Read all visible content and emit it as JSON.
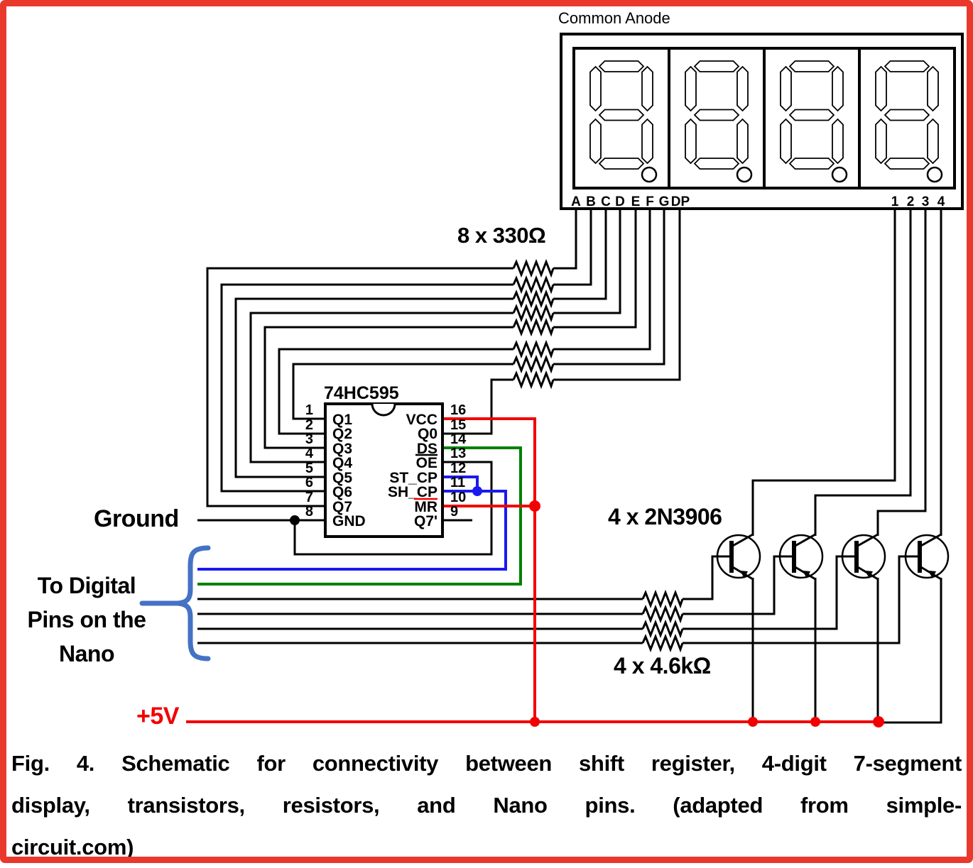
{
  "display": {
    "title": "Common Anode",
    "segment_pin_labels": [
      "A",
      "B",
      "C",
      "D",
      "E",
      "F",
      "G",
      "DP"
    ],
    "digit_pin_labels": [
      "1",
      "2",
      "3",
      "4"
    ]
  },
  "shift_register": {
    "name": "74HC595",
    "left_pins": [
      {
        "num": "1",
        "label": "Q1"
      },
      {
        "num": "2",
        "label": "Q2"
      },
      {
        "num": "3",
        "label": "Q3"
      },
      {
        "num": "4",
        "label": "Q4"
      },
      {
        "num": "5",
        "label": "Q5"
      },
      {
        "num": "6",
        "label": "Q6"
      },
      {
        "num": "7",
        "label": "Q7"
      },
      {
        "num": "8",
        "label": "GND"
      }
    ],
    "right_pins": [
      {
        "num": "16",
        "label": "VCC",
        "color": "#f20000"
      },
      {
        "num": "15",
        "label": "Q0",
        "color": "#000000"
      },
      {
        "num": "14",
        "label": "DS",
        "color": "#008000"
      },
      {
        "num": "13",
        "label": "OE",
        "color": "#000000"
      },
      {
        "num": "12",
        "label": "ST_CP",
        "color": "#1a1aee"
      },
      {
        "num": "11",
        "label": "SH_CP",
        "color": "#1a1aee"
      },
      {
        "num": "10",
        "label": "MR",
        "color": "#f20000"
      },
      {
        "num": "9",
        "label": "Q7'",
        "color": "#000000"
      }
    ]
  },
  "annotations": {
    "segment_resistors": "8 x 330Ω",
    "transistors": "4 x 2N3906",
    "base_resistors": "4 x 4.6kΩ",
    "ground": "Ground",
    "nano_line1": "To Digital",
    "nano_line2": "Pins on the",
    "nano_line3": "Nano",
    "supply": "+5V"
  },
  "caption": {
    "line1": "Fig. 4. Schematic for connectivity between shift register, 4-digit 7-segment",
    "line2": "display, transistors, resistors, and Nano pins. (adapted from simple-",
    "line3": "circuit.com)"
  },
  "colors": {
    "wire_red": "#f20000",
    "wire_green": "#008000",
    "wire_blue": "#1a1aee",
    "brace_blue": "#4472c4",
    "border_red": "#e9392c"
  }
}
